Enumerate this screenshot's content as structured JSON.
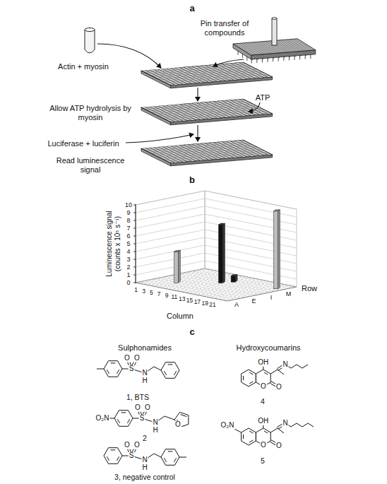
{
  "diagram": {
    "labels": [
      "a",
      "Pin transfer of compounds",
      "Actin + myosin",
      "Allow ATP hydrolysis by myosin",
      "ATP",
      "Luciferase + luciferin",
      "Read luminescence signal",
      "b",
      "0",
      "1",
      "2",
      "3",
      "4",
      "5",
      "6",
      "7",
      "8",
      "9",
      "10",
      "Luminescence signal (counts x 10⁵ s⁻¹)",
      "1",
      "3",
      "5",
      "7",
      "9",
      "11",
      "13",
      "15",
      "17",
      "19",
      "21",
      "Column",
      "A",
      "E",
      "I",
      "M",
      "Row",
      "c",
      "Sulphonamides",
      "Hydroxycoumarins",
      "1, BTS",
      "2",
      "3, negative control",
      "4",
      "5",
      "O",
      "O",
      "S",
      "N",
      "H",
      "O₂N",
      "O",
      "O",
      "S",
      "N",
      "H",
      "O",
      "O",
      "O",
      "S",
      "N",
      "H",
      "OH",
      "N",
      "O",
      "O",
      "O₂N",
      "OH",
      "N",
      "O",
      "O"
    ]
  }
}
